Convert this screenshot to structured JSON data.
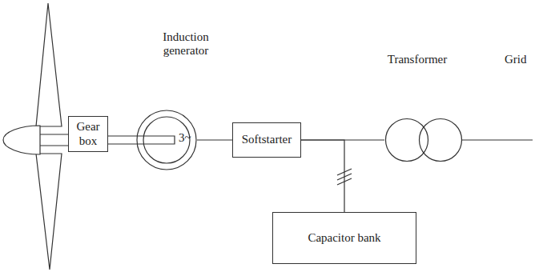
{
  "diagram": {
    "nodes": [
      {
        "text": [
          "Gear box"
        ]
      },
      {
        "text": [
          "Induction generator",
          "3~"
        ]
      },
      {
        "text": [
          "Softstarter"
        ]
      },
      {
        "text": [
          "Transformer"
        ]
      },
      {
        "text": [
          "Capacitor bank"
        ]
      }
    ],
    "edges": [
      {
        "from": 0,
        "to": 1,
        "arrow": "none"
      },
      {
        "from": 1,
        "to": 2,
        "arrow": "none"
      },
      {
        "from": 2,
        "to": 3,
        "arrow": "none"
      },
      {
        "from": 2,
        "to": 4,
        "arrow": "none"
      }
    ],
    "labels": [
      "Grid"
    ]
  }
}
